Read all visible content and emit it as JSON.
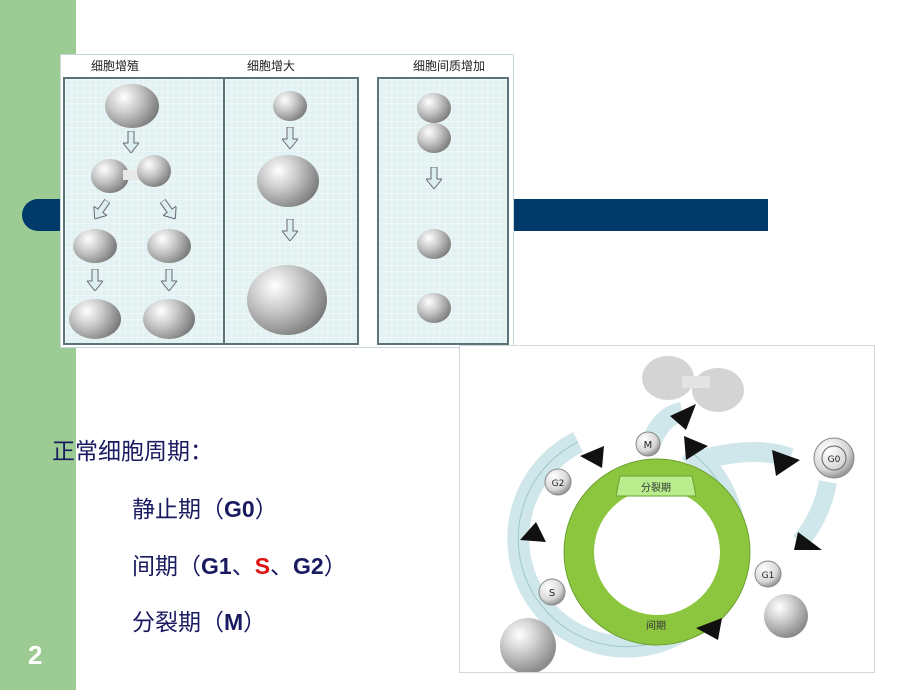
{
  "slide": {
    "page_number": "2"
  },
  "panels": {
    "labels": [
      "细胞增殖",
      "细胞增大",
      "细胞间质增加"
    ]
  },
  "cycle": {
    "phase_labels": {
      "m": "M",
      "g2": "G2",
      "s": "S",
      "g1": "G1",
      "g0": "G0"
    },
    "inner_labels": {
      "division": "分裂期",
      "interphase": "间期"
    }
  },
  "text": {
    "heading": "正常细胞周期：",
    "line1_prefix": "静止期（",
    "line1_code": "G0",
    "line1_suffix": "）",
    "line2_prefix": "间期（",
    "line2_g1": "G1",
    "line2_sep1": "、",
    "line2_s": "S",
    "line2_sep2": "、",
    "line2_g2": "G2",
    "line2_suffix": "）",
    "line3_prefix": "分裂期（",
    "line3_code": "M",
    "line3_suffix": "）"
  },
  "colors": {
    "left_bar": "#9ccc94",
    "title_band": "#003a6b",
    "highlight_red": "#e01010",
    "text_navy": "#1a1a60",
    "ring_green": "#8cc63f"
  }
}
